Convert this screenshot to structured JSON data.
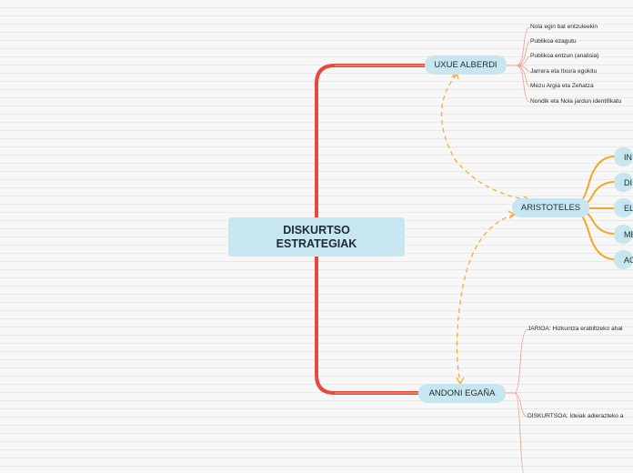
{
  "central": {
    "line1": "DISKURTSO",
    "line2": "ESTRATEGIAK"
  },
  "topics": {
    "uxue": "UXUE ALBERDI",
    "aristoteles": "ARISTOTELES",
    "andoni": "ANDONI EGAÑA"
  },
  "uxue_items": [
    "Nola egin bat entzuleekin",
    "Publikoa ezagutu",
    "Publikoa entzun (analisia)",
    "Jarrera eta Itxura egokitu",
    "Mezu Argia eta Zehatza",
    "Nondik eta Nola jardun identifikatu"
  ],
  "aristoteles_items": [
    "IN",
    "DI",
    "EL",
    "ME",
    "AC"
  ],
  "andoni_items": [
    "JARIOA: Hizkuntza erabiltzeko ahal",
    "DISKURTSOA: Ideiak adierazteko a"
  ],
  "colors": {
    "main_branch": "#e64a3b",
    "aristoteles_branch": "#f5a623",
    "thin_branch": "#f09a8a",
    "dashed_link": "#f5b041",
    "node_fill": "#c7e6f0"
  }
}
